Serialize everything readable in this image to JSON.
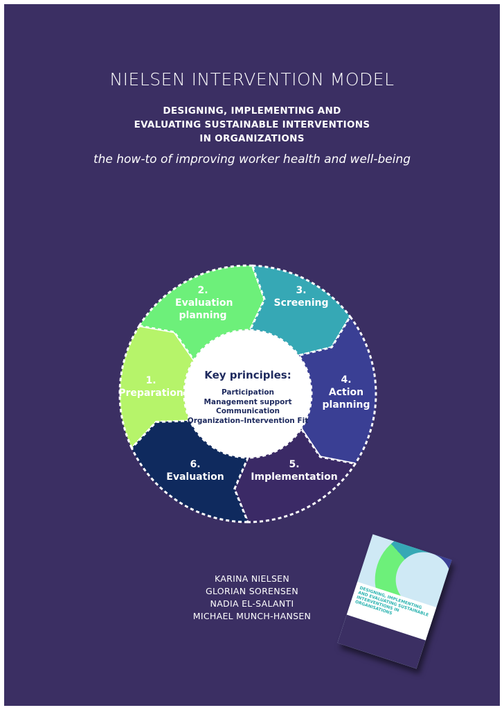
{
  "title": "NIELSEN INTERVENTION MODEL",
  "subtitle_lines": [
    "DESIGNING, IMPLEMENTING AND",
    "EVALUATING SUSTAINABLE INTERVENTIONS",
    "IN ORGANIZATIONS"
  ],
  "tagline": "the how-to of improving worker health and well-being",
  "model": {
    "steps": [
      {
        "num": "1.",
        "label": "Preparation",
        "color": "#b6f46a"
      },
      {
        "num": "2.",
        "label": "Evaluation planning",
        "color": "#6df07a"
      },
      {
        "num": "3.",
        "label": "Screening",
        "color": "#36a8b5"
      },
      {
        "num": "4.",
        "label": "Action planning",
        "color": "#3a3f94"
      },
      {
        "num": "5.",
        "label": "Implementation",
        "color": "#3b2a66"
      },
      {
        "num": "6.",
        "label": "Evaluation",
        "color": "#0f2a5e"
      }
    ],
    "center_heading": "Key principles:",
    "principles": [
      "Participation",
      "Management support",
      "Communication",
      "Organization–Intervention Fit"
    ]
  },
  "authors": [
    "KARINA NIELSEN",
    "GLORIAN SORENSEN",
    "NADIA EL-SALANTI",
    "MICHAEL MUNCH-HANSEN"
  ],
  "book_title": "DESIGNING, IMPLEMENTING AND EVALUATING SUSTAINABLE INTERVENTIONS IN ORGANISATIONS",
  "colors": {
    "background": "#3b2f63",
    "center_text": "#1e2a5e"
  }
}
